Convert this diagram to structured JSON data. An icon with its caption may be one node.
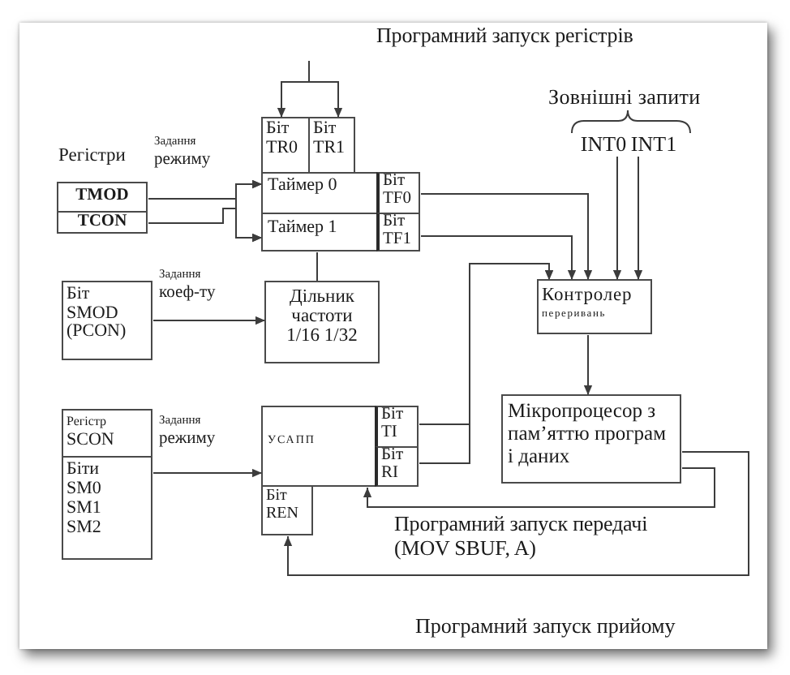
{
  "diagram": {
    "nodes": [
      {
        "text": [
          "Біт TR0"
        ]
      },
      {
        "text": [
          "Біт TR1"
        ]
      },
      {
        "text": [
          "INT0"
        ]
      },
      {
        "text": [
          "INT1"
        ]
      },
      {
        "text": [
          "TMOD"
        ]
      },
      {
        "text": [
          "TCON"
        ]
      },
      {
        "text": [
          "Таймер 0"
        ]
      },
      {
        "text": [
          "Таймер 1"
        ]
      },
      {
        "text": [
          "Біт TF0"
        ]
      },
      {
        "text": [
          "Біт TF1"
        ]
      },
      {
        "text": [
          "Біт SMOD (PCON)"
        ]
      },
      {
        "text": [
          "Дільник частоти 1/16 1/32"
        ]
      },
      {
        "text": [
          "Контролер",
          "переривань"
        ]
      },
      {
        "text": [
          "Мікропроцесор з пам’яттю програм і даних"
        ]
      },
      {
        "text": [
          "Регістр SCON",
          "Біти SM0 SM1 SM2"
        ]
      },
      {
        "text": [
          "УСАПП"
        ]
      },
      {
        "text": [
          "Біт TI"
        ]
      },
      {
        "text": [
          "Біт RI"
        ]
      },
      {
        "text": [
          "Біт REN"
        ]
      }
    ],
    "edges": [
      {
        "from": null,
        "to": 0,
        "arrow": "to"
      },
      {
        "from": null,
        "to": 1,
        "arrow": "to"
      },
      {
        "from": 4,
        "to": 6,
        "arrow": "to"
      },
      {
        "from": 4,
        "to": 7,
        "arrow": "to"
      },
      {
        "from": 5,
        "to": 6,
        "arrow": "to"
      },
      {
        "from": 5,
        "to": 7,
        "arrow": "to"
      },
      {
        "from": 10,
        "to": 11,
        "arrow": "to"
      },
      {
        "from": 7,
        "to": 11,
        "arrow": "none"
      },
      {
        "from": 8,
        "to": 12,
        "arrow": "to"
      },
      {
        "from": 9,
        "to": 12,
        "arrow": "to"
      },
      {
        "from": 16,
        "to": 12,
        "arrow": "to"
      },
      {
        "from": 17,
        "to": 12,
        "arrow": "to"
      },
      {
        "from": 2,
        "to": 12,
        "arrow": "to"
      },
      {
        "from": 3,
        "to": 12,
        "arrow": "to"
      },
      {
        "from": 12,
        "to": 13,
        "arrow": "to"
      },
      {
        "from": 13,
        "to": 15,
        "arrow": "to"
      },
      {
        "from": 13,
        "to": 18,
        "arrow": "to"
      },
      {
        "from": 14,
        "to": 15,
        "arrow": "to"
      }
    ],
    "labels": [
      "Програмний запуск регістрів",
      "Зовнішні запити",
      "Задання режиму",
      "Регістри",
      "Задання коеф-ту",
      "Задання режиму",
      "Програмний запуск передачі (MOV SBUF, A)",
      "Програмний запуск прийому"
    ]
  }
}
